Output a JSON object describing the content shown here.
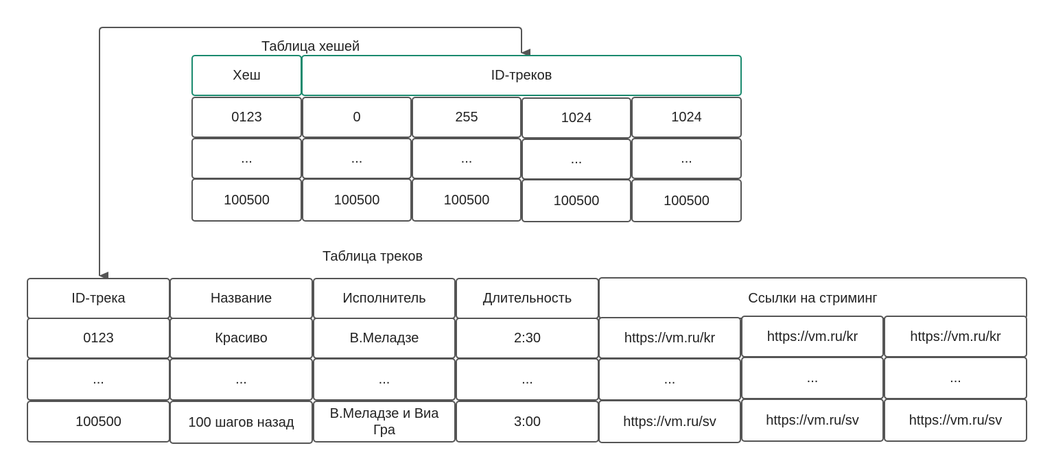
{
  "hash_table": {
    "title": "Таблица хешей",
    "header": {
      "hash": "Хеш",
      "track_ids": "ID-треков"
    },
    "rows": [
      [
        "0123",
        "0",
        "255",
        "1024",
        "1024"
      ],
      [
        "...",
        "...",
        "...",
        "...",
        "..."
      ],
      [
        "100500",
        "100500",
        "100500",
        "100500",
        "100500"
      ]
    ],
    "header_color": "#1a8a6e"
  },
  "track_table": {
    "title": "Таблица треков",
    "headers": [
      "ID-трека",
      "Название",
      "Исполнитель",
      "Длительность",
      "Ссылки на стриминг"
    ],
    "rows": [
      [
        "0123",
        "Красиво",
        "В.Меладзе",
        "2:30",
        "https://vm.ru/kr",
        "https://vm.ru/kr",
        "https://vm.ru/kr"
      ],
      [
        "...",
        "...",
        "...",
        "...",
        "...",
        "...",
        "..."
      ],
      [
        "100500",
        "100 шагов назад",
        "В.Меладзе и Виа Гра",
        "3:00",
        "https://vm.ru/sv",
        "https://vm.ru/sv",
        "https://vm.ru/sv"
      ]
    ]
  },
  "colors": {
    "border": "#555555",
    "arrow": "#555555"
  }
}
